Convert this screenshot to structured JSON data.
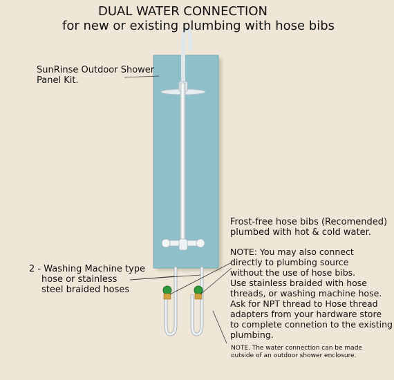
{
  "title": {
    "line1": "DUAL WATER CONNECTION",
    "line2": "for new or existing plumbing with hose bibs"
  },
  "labels": {
    "panel_kit": [
      "SunRinse Outdoor Shower",
      "Panel Kit."
    ],
    "hoses": [
      "2 - Washing Machine type",
      "hose or stainless",
      "steel braided hoses"
    ],
    "hose_bibs": [
      "Frost-free hose bibs (Recomended)",
      "plumbed with hot & cold water."
    ],
    "note_connect": [
      "NOTE: You may also connect",
      "directly to plumbing source",
      "without the use of hose bibs.",
      "Use stainless braided with hose",
      "threads, or washing machine hose.",
      "Ask for NPT thread to Hose thread",
      "adapters from your hardware store",
      "to complete connetion to the existing",
      "plumbing."
    ],
    "note_enclosure": [
      "NOTE. The water connection can be made",
      "outside of an outdoor shower enclosure."
    ]
  },
  "colors": {
    "background": "#f0e6d8",
    "panel": "#8fbfc8",
    "fixture": "#e4ecf0",
    "valve": "#2f9a3a",
    "fitting": "#d4a040"
  }
}
